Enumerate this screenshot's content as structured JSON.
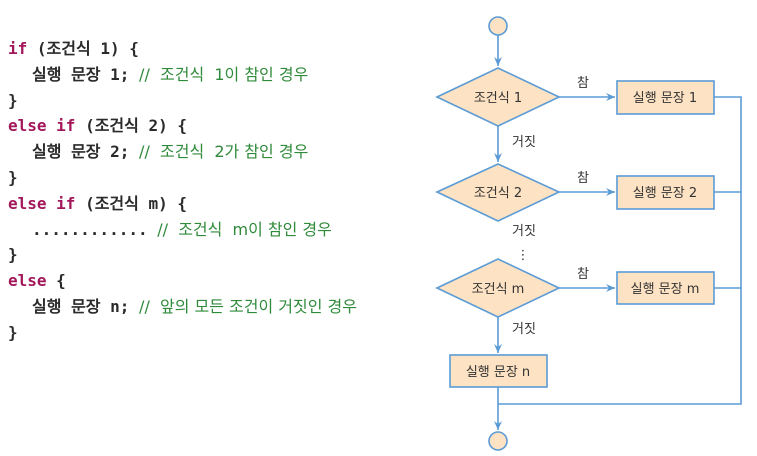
{
  "code": {
    "lines": [
      {
        "kw": "if",
        "text": " (조건식 1) {",
        "comment": ""
      },
      {
        "kw": "",
        "text": "실행 문장 1; ",
        "comment": "//  조건식  1이 참인 경우"
      },
      {
        "kw": "",
        "text": "}",
        "comment": ""
      },
      {
        "kw": "else if",
        "text": " (조건식 2) {",
        "comment": ""
      },
      {
        "kw": "",
        "text": "실행 문장 2; ",
        "comment": "//  조건식  2가 참인 경우"
      },
      {
        "kw": "",
        "text": "}",
        "comment": ""
      },
      {
        "kw": "else if",
        "text": " (조건식 m) {",
        "comment": ""
      },
      {
        "kw": "",
        "text": "............ ",
        "comment": "//  조건식  m이 참인 경우"
      },
      {
        "kw": "",
        "text": "}",
        "comment": ""
      },
      {
        "kw": "else",
        "text": " {",
        "comment": ""
      },
      {
        "kw": "",
        "text": "실행 문장 n; ",
        "comment": "//  앞의 모든 조건이 거짓인 경우"
      },
      {
        "kw": "",
        "text": "}",
        "comment": ""
      }
    ]
  },
  "flowchart": {
    "conditions": [
      "조건식 1",
      "조건식 2",
      "조건식 m"
    ],
    "statements": [
      "실행 문장 1",
      "실행 문장 2",
      "실행 문장 m"
    ],
    "else_statement": "실행 문장 n",
    "true_label": "참",
    "false_label": "거짓",
    "ellipsis": "⋮",
    "colors": {
      "fill": "#fde3c4",
      "stroke": "#5b9bd5"
    }
  }
}
